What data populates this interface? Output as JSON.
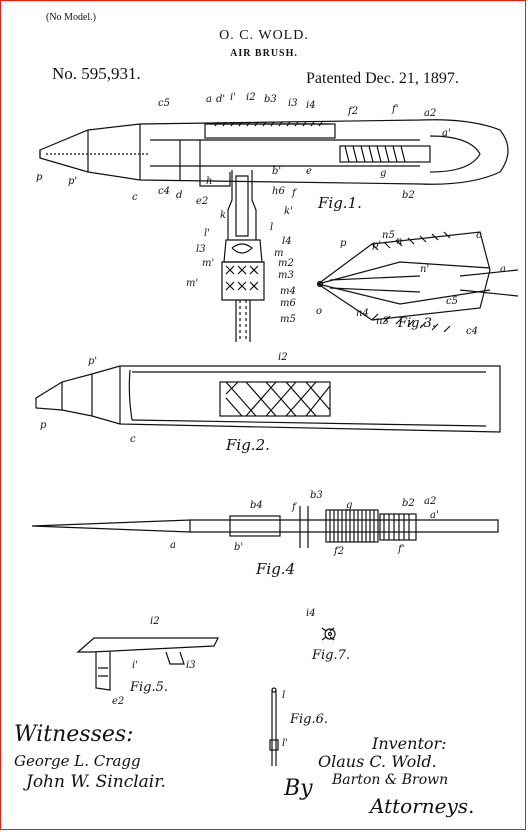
{
  "header": {
    "no_model": "(No Model.)",
    "inventor_name": "O. C. WOLD.",
    "title": "AIR BRUSH.",
    "patent_number": "No. 595,931.",
    "patented": "Patented Dec. 21, 1897."
  },
  "figures": {
    "fig1": "Fig.1.",
    "fig2": "Fig.2.",
    "fig3": "Fig.3.",
    "fig4": "Fig.4",
    "fig5": "Fig.5.",
    "fig6": "Fig.6.",
    "fig7": "Fig.7."
  },
  "labels": {
    "c5": "c5",
    "a": "a",
    "d1": "d'",
    "i1": "i'",
    "i2": "i2",
    "b3": "b3",
    "i3": "i3",
    "i4": "i4",
    "f2": "f2",
    "f1": "f'",
    "a2": "a2",
    "a1": "a'",
    "p": "p",
    "p1": "p'",
    "c": "c",
    "c4": "c4",
    "d": "d",
    "e2": "e2",
    "e": "e",
    "g": "g",
    "b2": "b2",
    "h": "h",
    "b1": "b'",
    "h6": "h6",
    "f": "f",
    "k1": "k'",
    "k": "k",
    "l": "l",
    "l1": "l'",
    "l3": "l3",
    "l4": "l4",
    "m": "m",
    "m1": "m'",
    "m2": "m2",
    "m3": "m3",
    "m4": "m4",
    "m6": "m6",
    "m5": "m5",
    "mx": "m'",
    "n5": "n5",
    "n": "n",
    "n1": "n'",
    "n4": "n4",
    "n3": "n3",
    "o": "o",
    "c5b": "c5",
    "c4b": "c4",
    "pb": "p",
    "p1b": "p'",
    "p1c": "p'",
    "pc": "p",
    "cc": "c",
    "i2b": "i2",
    "b4": "b4",
    "b3b": "b3",
    "f4": "f",
    "g4": "g",
    "b2b": "b2",
    "a2b": "a2",
    "a1b": "a'",
    "a4": "a",
    "b1b": "b'",
    "f2b": "f2",
    "f1b": "f'",
    "i4b": "i4",
    "i2c": "i2",
    "i1b": "i'",
    "i3b": "i3",
    "e2b": "e2",
    "l6": "l",
    "l1c": "l'"
  },
  "signatures": {
    "witnesses_heading": "Witnesses:",
    "witness_1": "George L. Cragg",
    "witness_2": "John W. Sinclair.",
    "inventor_heading": "Inventor:",
    "inventor_signature": "Olaus C. Wold.",
    "by": "By",
    "attorneys_firm": "Barton & Brown",
    "attorneys": "Attorneys."
  }
}
